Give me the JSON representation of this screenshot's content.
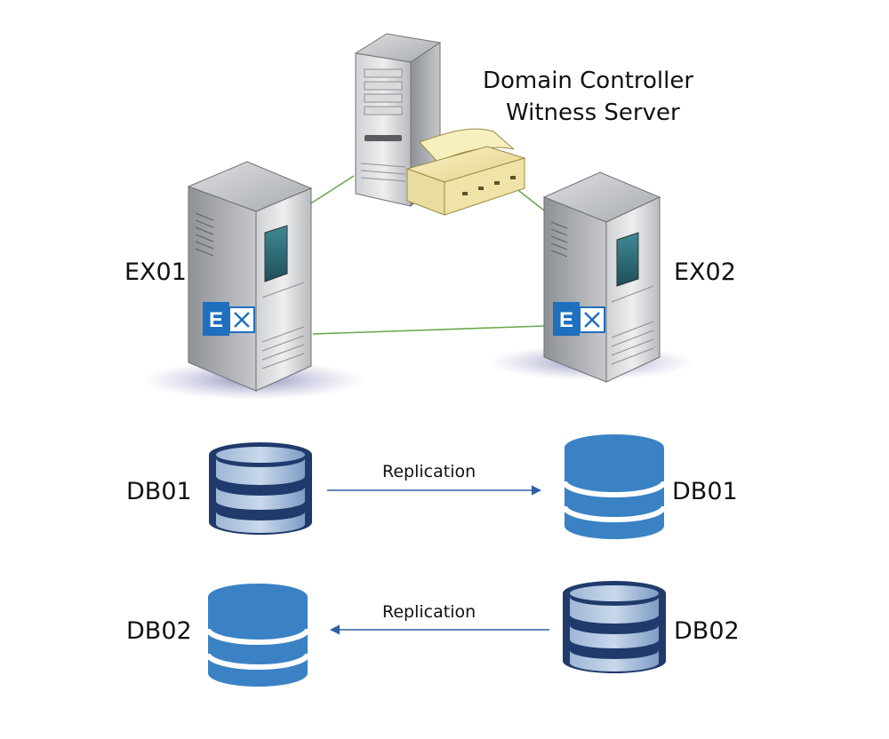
{
  "domain_controller": {
    "line1": "Domain Controller",
    "line2": "Witness Server"
  },
  "servers": {
    "ex01": "EX01",
    "ex02": "EX02",
    "app_icon": "exchange-icon",
    "app_icon_letter": "E"
  },
  "databases": {
    "left_top": "DB01",
    "right_top": "DB01",
    "left_bottom": "DB02",
    "right_bottom": "DB02"
  },
  "replication": {
    "top": "Replication",
    "bottom": "Replication"
  },
  "colors": {
    "link_line": "#6aa84f",
    "arrow": "#2e5fa3",
    "db_active_outline": "#1f3a6b",
    "db_passive": "#3b82c4",
    "exchange_blue": "#1f6fbf"
  }
}
